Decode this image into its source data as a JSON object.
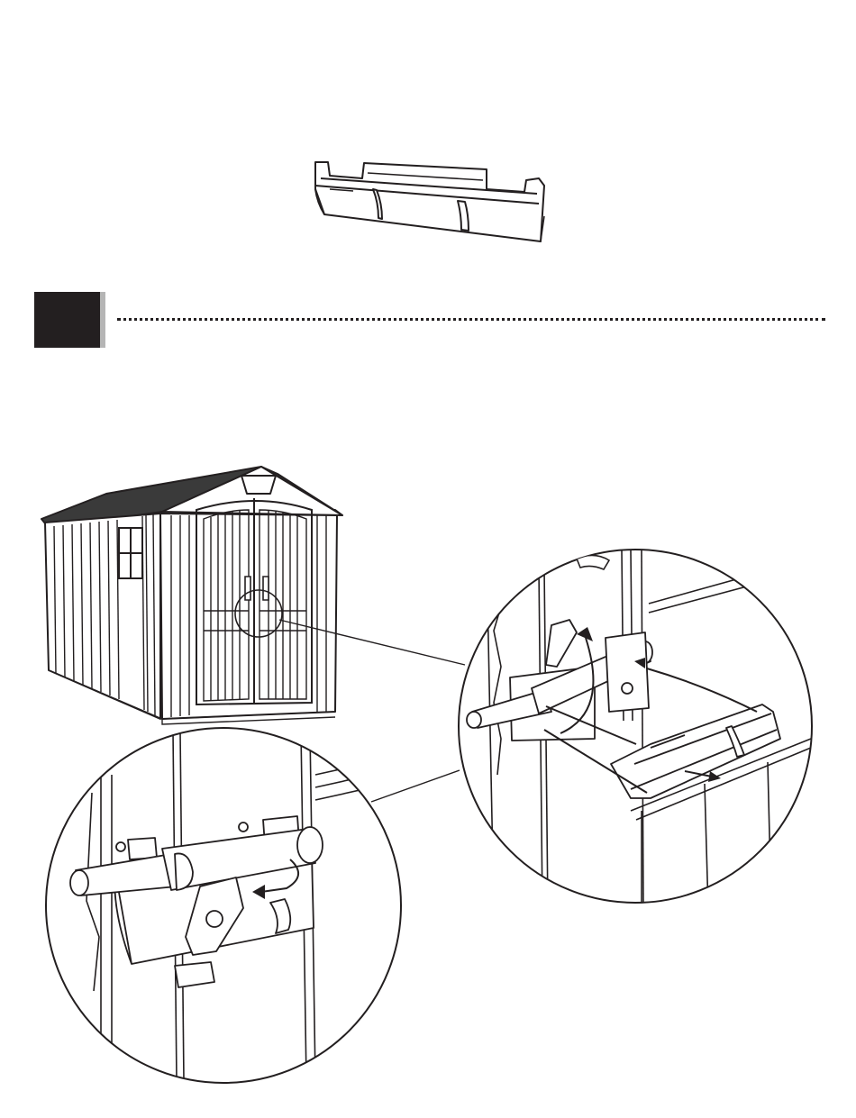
{
  "step": {
    "number": ""
  },
  "colors": {
    "ink": "#231f20",
    "shade": "#b5b5b5",
    "paper": "#ffffff",
    "roof": "#3a3a3a"
  },
  "figures": [
    {
      "id": "latch-cover-part"
    },
    {
      "id": "shed-overview"
    },
    {
      "id": "latch-detail-exploded"
    },
    {
      "id": "latch-detail-assembled"
    }
  ]
}
